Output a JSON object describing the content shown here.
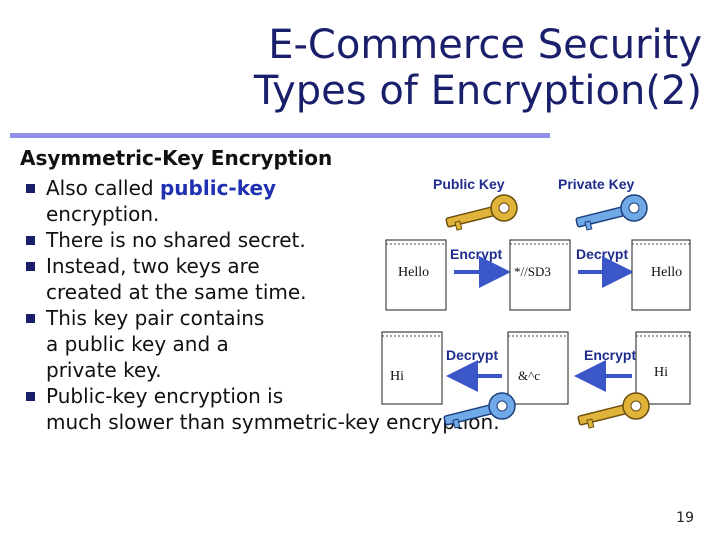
{
  "slide": {
    "title_line1": "E-Commerce Security",
    "title_line2": "Types of Encryption(2)",
    "heading": "Asymmetric-Key Encryption",
    "bullets": {
      "b1_prefix": "Also called ",
      "b1_highlight": "public-key",
      "b1_line2": "encryption.",
      "b2": "There is no shared secret.",
      "b3_line1": "Instead, two keys are",
      "b3_line2": "created at the same time.",
      "b4_line1": "This key pair contains",
      "b4_line2": "a public key and a",
      "b4_line3": "private key.",
      "b5_line1": "Public-key encryption is",
      "b5_line2": "much slower than symmetric-key encryption."
    },
    "page_number": "19"
  },
  "figure": {
    "public_key_label": "Public Key",
    "private_key_label": "Private Key",
    "encrypt_top": "Encrypt",
    "decrypt_top": "Decrypt",
    "hello_left": "Hello",
    "cipher_top": "*//SD3",
    "hello_right": "Hello",
    "decrypt_bottom": "Decrypt",
    "encrypt_bottom": "Encrypt",
    "hi_left": "Hi",
    "cipher_bottom": "&^c",
    "hi_right": "Hi"
  },
  "colors": {
    "title": "#1a1f6b",
    "rule": "#8f8fe8",
    "highlight": "#2030b0",
    "label_blue": "#1f2d8c",
    "key_gold": "#e0b43a",
    "key_blue": "#6fa9e8"
  }
}
